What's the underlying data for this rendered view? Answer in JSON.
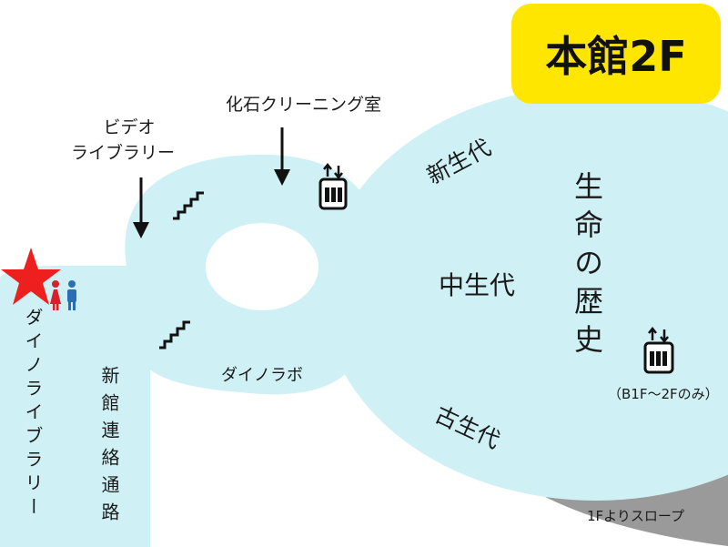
{
  "floor_title": "本館2F",
  "labels": {
    "video_library": [
      "ビデオ",
      "ライブラリー"
    ],
    "fossil_cleaning": "化石クリーニング室",
    "cenozoic": "新生代",
    "mesozoic": "中生代",
    "paleozoic": "古生代",
    "history_of_life": "生命の歴史",
    "dino_lab": "ダイノラボ",
    "elevator_note": "（B1F～2Fのみ）",
    "slope": "1Fよりスロープ",
    "dino_library": "ダイノライブラリー",
    "annex_corridor": "新館連絡通路"
  },
  "icons": {
    "current_location": "star-icon",
    "restroom": "restroom-icon",
    "stairs": "stairs-icon",
    "elevator": "elevator-icon",
    "arrow": "arrow-down-icon"
  },
  "colors": {
    "floor": "#cff1f5",
    "slope": "#9a9a9a",
    "badge": "#ffe600",
    "star": "#ee1f1f",
    "female": "#d8202a",
    "male": "#2a6fb5"
  }
}
